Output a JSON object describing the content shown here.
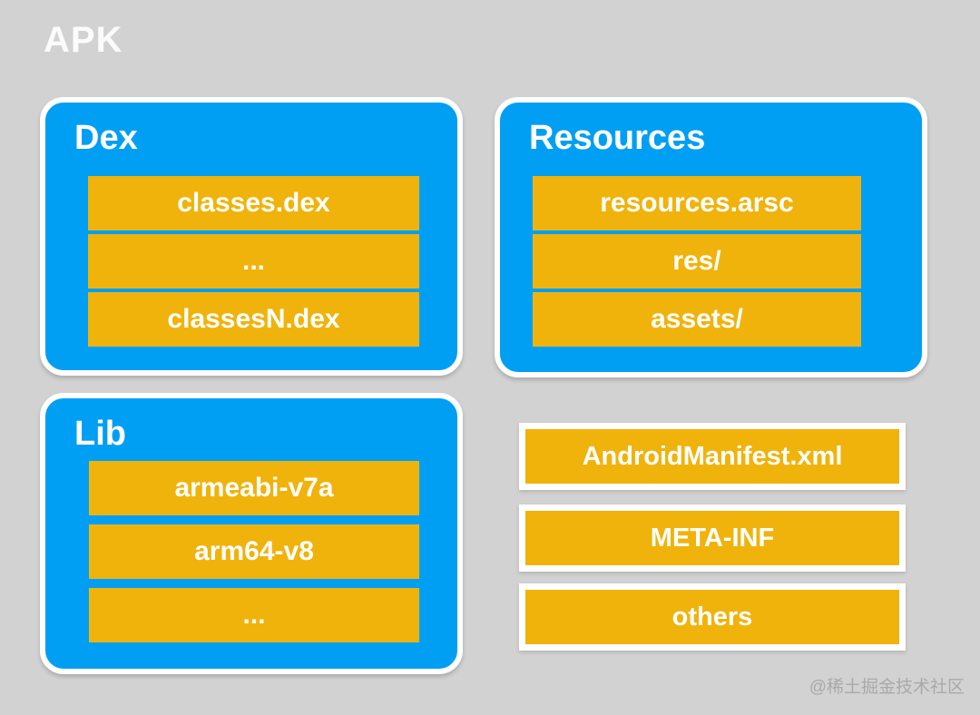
{
  "page": {
    "title": "APK",
    "watermark": "@稀土掘金技术社区"
  },
  "colors": {
    "background": "#D2D2D2",
    "group_fill": "#019FF3",
    "bar_fill": "#F0B30B",
    "text": "#FFFFFF",
    "watermark": "#A9A9A9"
  },
  "groups": [
    {
      "id": "dex",
      "title": "Dex",
      "items": [
        "classes.dex",
        "...",
        "classesN.dex"
      ]
    },
    {
      "id": "resources",
      "title": "Resources",
      "items": [
        "resources.arsc",
        "res/",
        "assets/"
      ]
    },
    {
      "id": "lib",
      "title": "Lib",
      "items": [
        "armeabi-v7a",
        "arm64-v8",
        "..."
      ]
    }
  ],
  "standalone_items": [
    "AndroidManifest.xml",
    "META-INF",
    "others"
  ]
}
